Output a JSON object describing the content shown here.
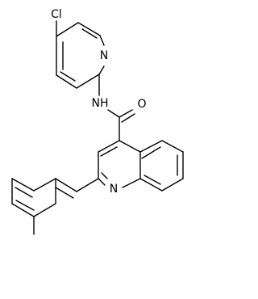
{
  "structure": {
    "colors": {
      "bond": "#000000",
      "label": "#000000",
      "background": "#ffffff"
    },
    "atom_labels": {
      "chlorine": "Cl",
      "pyridine_nitrogen": "N",
      "amide_nh": "NH",
      "carbonyl_oxygen": "O",
      "quinoline_nitrogen": "N"
    }
  }
}
